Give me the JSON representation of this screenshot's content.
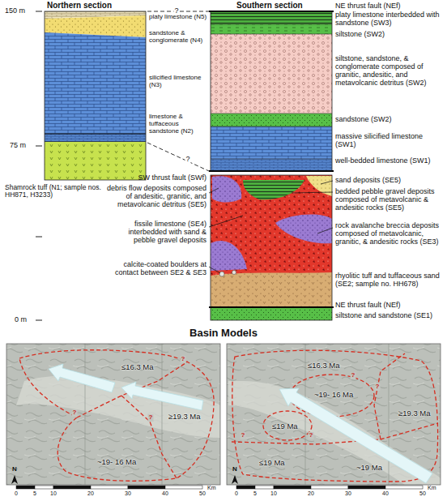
{
  "diagram": {
    "title": "Basin Models",
    "labels": [
      "Northern section",
      "Southern section",
      "150 m",
      "75 m",
      "0 m",
      "platy limestone (N5)",
      "sandstone & conglomerate (N4)",
      "silicified limestone (N3)",
      "limestone & tuffaceous sandstone (N2)",
      "Shamrock tuff (N1; sample nos. HH871, H3233)",
      "?",
      "?",
      "NE thrust fault (NEf)",
      "platy limestone interbedded with sandstone (SW3)",
      "siltstone (SW2)",
      "siltstone, sandstone, & conglomerate composed of granitic, andesitic, and metavolcanic detritus (SW2)",
      "sandstone (SW2)",
      "massive silicified limestone (SW1)",
      "well-bedded limestone (SW1)",
      "SW thrust fault (SWf)",
      "debris flow deposits composed of andesitic, granitic, and metavolcanic detritus (SE5)",
      "sand deposits (SE5)",
      "bedded pebble gravel deposits composed of metavolcanic & andesitic rocks (SE5)",
      "fissile limestone (SE4) interbedded with sand & pebble gravel deposits",
      "rock avalanche breccia deposits composed of metavolcanic, granitic, & andesitic rocks (SE3)",
      "calcite-coated boulders at contact between SE2 & SE3",
      "rhyolitic tuff and tuffaceous sand (SE2; sample no. HH678)",
      "NE thrust fault (NEf)",
      "siltstone and sandstone (SE1)",
      "≤16.3 Ma",
      "≥19.3 Ma",
      "~19- 16 Ma",
      "≤16.3 Ma",
      "~19- 16 Ma",
      "≥19.3 Ma",
      "≤19 Ma",
      "≤19 Ma",
      "~19 Ma",
      "0",
      "5",
      "10",
      "20",
      "30",
      "40",
      "50",
      "Km",
      "0",
      "5",
      "10",
      "20",
      "30",
      "40",
      "50",
      "Km",
      "N",
      "N",
      "?",
      "?",
      "?",
      "?",
      "?",
      "?",
      "?"
    ]
  }
}
